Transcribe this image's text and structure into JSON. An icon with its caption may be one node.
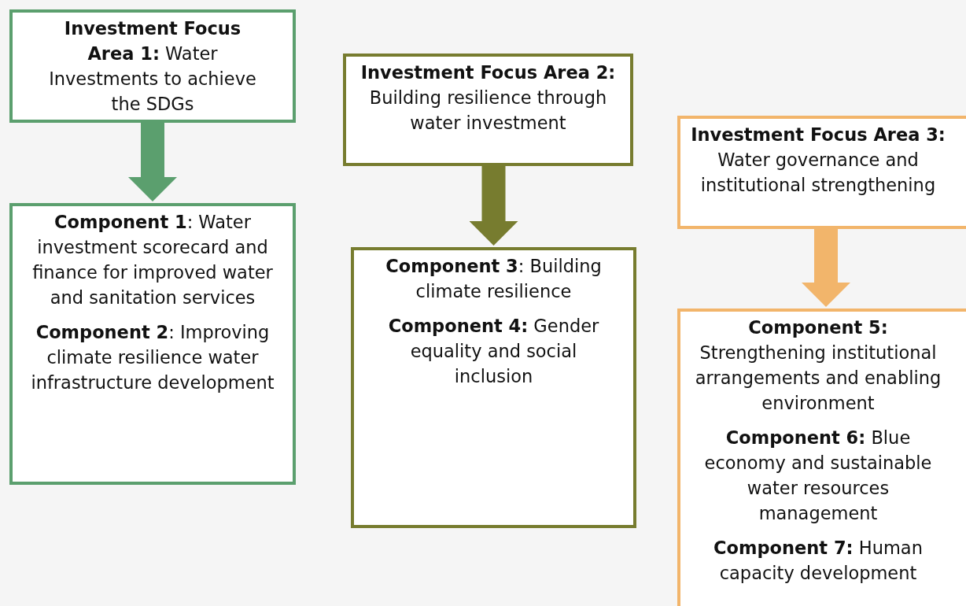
{
  "diagram": {
    "nodes": [
      {
        "text": [
          "**Investment Focus Area 1:** Water Investments to achieve the SDGs"
        ]
      },
      {
        "text": [
          "**Component 1**: Water investment scorecard and finance for improved water and sanitation services",
          "**Component 2**: Improving climate resilience water infrastructure development"
        ]
      },
      {
        "text": [
          "**Investment Focus Area 2:** Building resilience through water investment"
        ]
      },
      {
        "text": [
          "**Component 3**: Building climate resilience",
          "**Component 4:** Gender equality and social inclusion"
        ]
      },
      {
        "text": [
          "**Investment Focus Area 3:** Water governance and institutional strengthening"
        ]
      },
      {
        "text": [
          "**Component 5:** Strengthening institutional arrangements and enabling environment",
          "**Component 6:** Blue economy and sustainable water resources management",
          "**Component 7:** Human capacity development"
        ]
      }
    ],
    "edges": [
      {
        "from": 0,
        "to": 1,
        "arrow": "to",
        "color": "#5b9f6e"
      },
      {
        "from": 2,
        "to": 3,
        "arrow": "to",
        "color": "#777c2f"
      },
      {
        "from": 4,
        "to": 5,
        "arrow": "to",
        "color": "#f2b56b"
      }
    ]
  }
}
